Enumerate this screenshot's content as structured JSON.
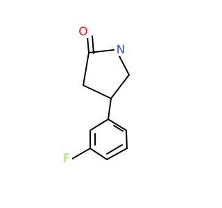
{
  "molecule": {
    "atoms": {
      "oxygen": {
        "symbol": "O",
        "color": "#ff0d0d"
      },
      "nitrogen": {
        "symbol": "N",
        "color": "#3050f8"
      },
      "fluorine": {
        "symbol": "F",
        "color": "#90e050"
      }
    },
    "bond_color": "#000000"
  }
}
